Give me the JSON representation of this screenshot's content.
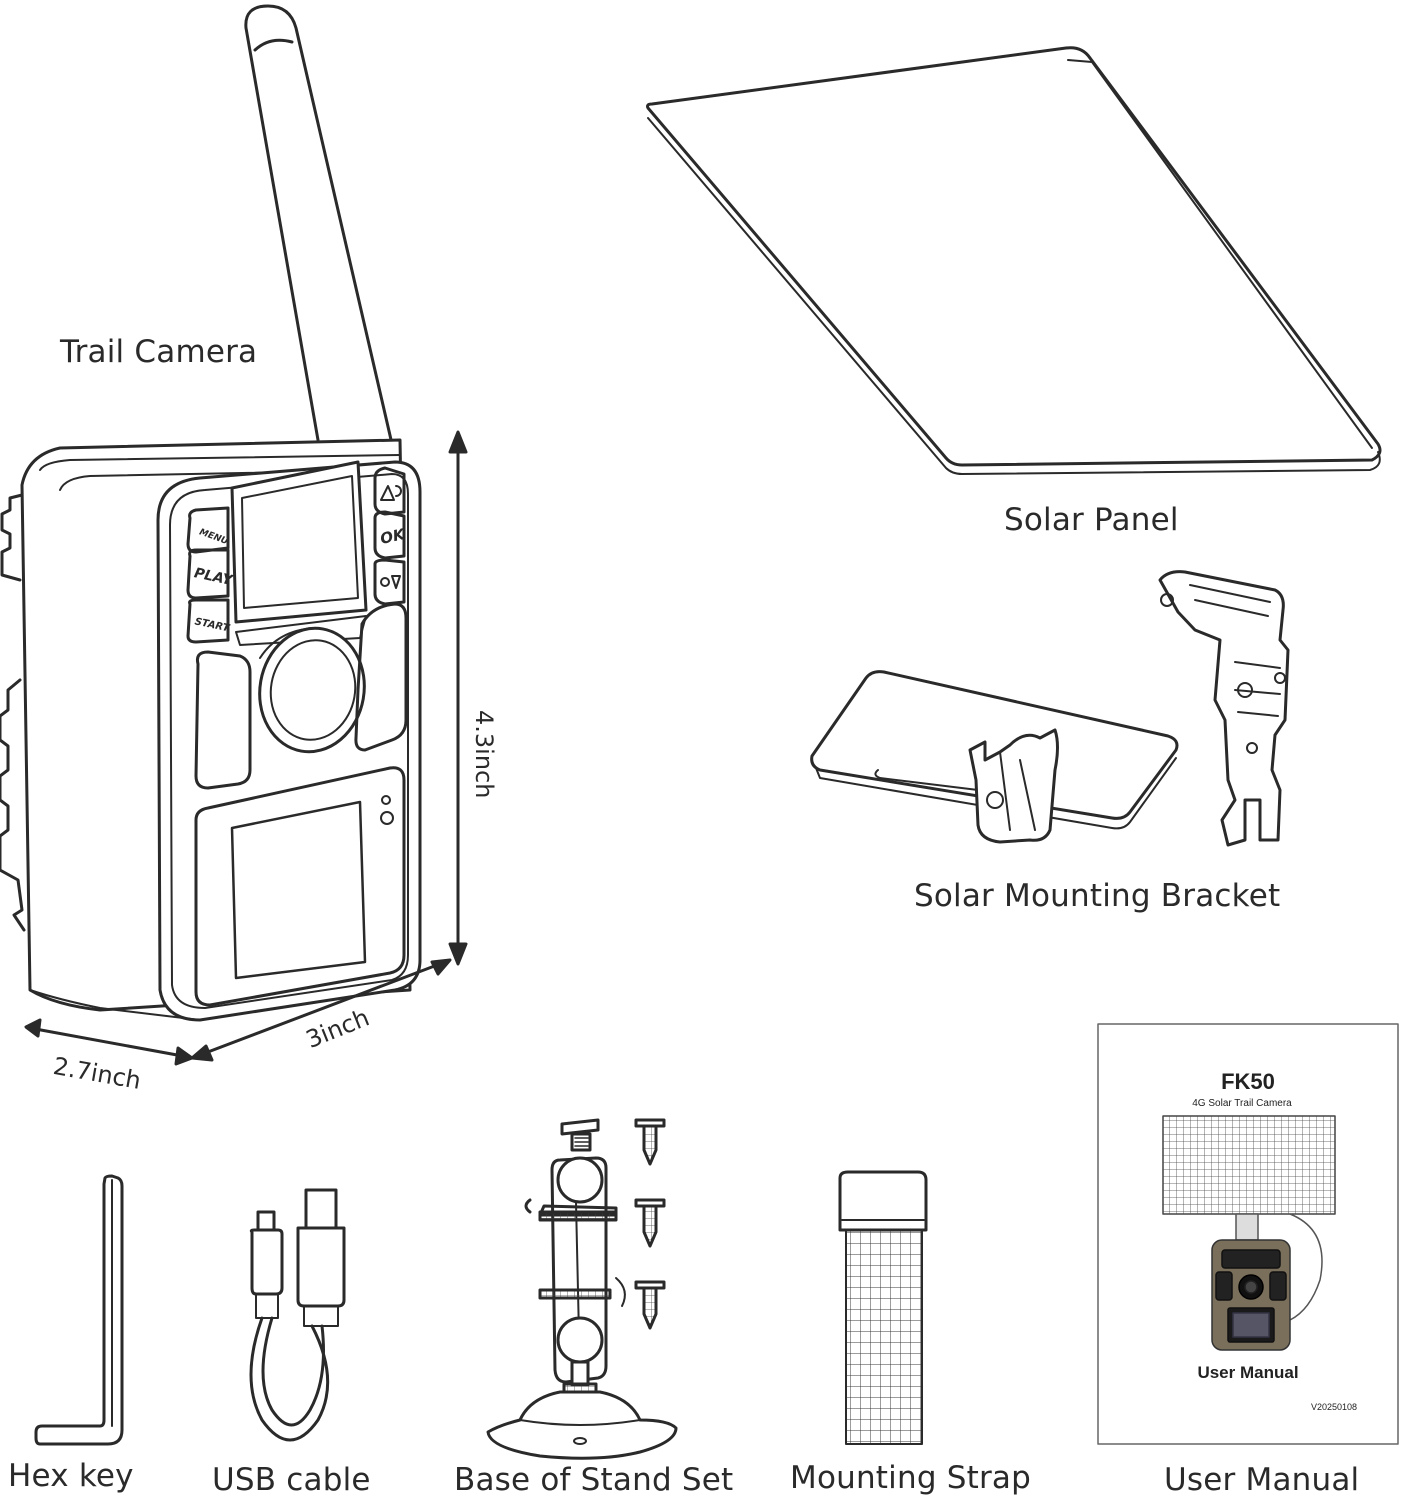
{
  "items": {
    "trail_camera": "Trail Camera",
    "solar_panel": "Solar Panel",
    "solar_mounting_bracket": "Solar Mounting Bracket",
    "hex_key": "Hex key",
    "usb_cable": "USB cable",
    "base_of_stand_set": "Base of Stand Set",
    "mounting_strap": "Mounting Strap",
    "user_manual": "User Manual"
  },
  "dimensions": {
    "height": "4.3inch",
    "width": "3inch",
    "depth": "2.7inch"
  },
  "camera_buttons": {
    "menu": "MENU",
    "play": "PLAY",
    "start": "START",
    "ok": "OK"
  },
  "manual_cover": {
    "model": "FK50",
    "subtitle": "4G Solar Trail Camera",
    "title": "User Manual",
    "version": "V20250108"
  }
}
